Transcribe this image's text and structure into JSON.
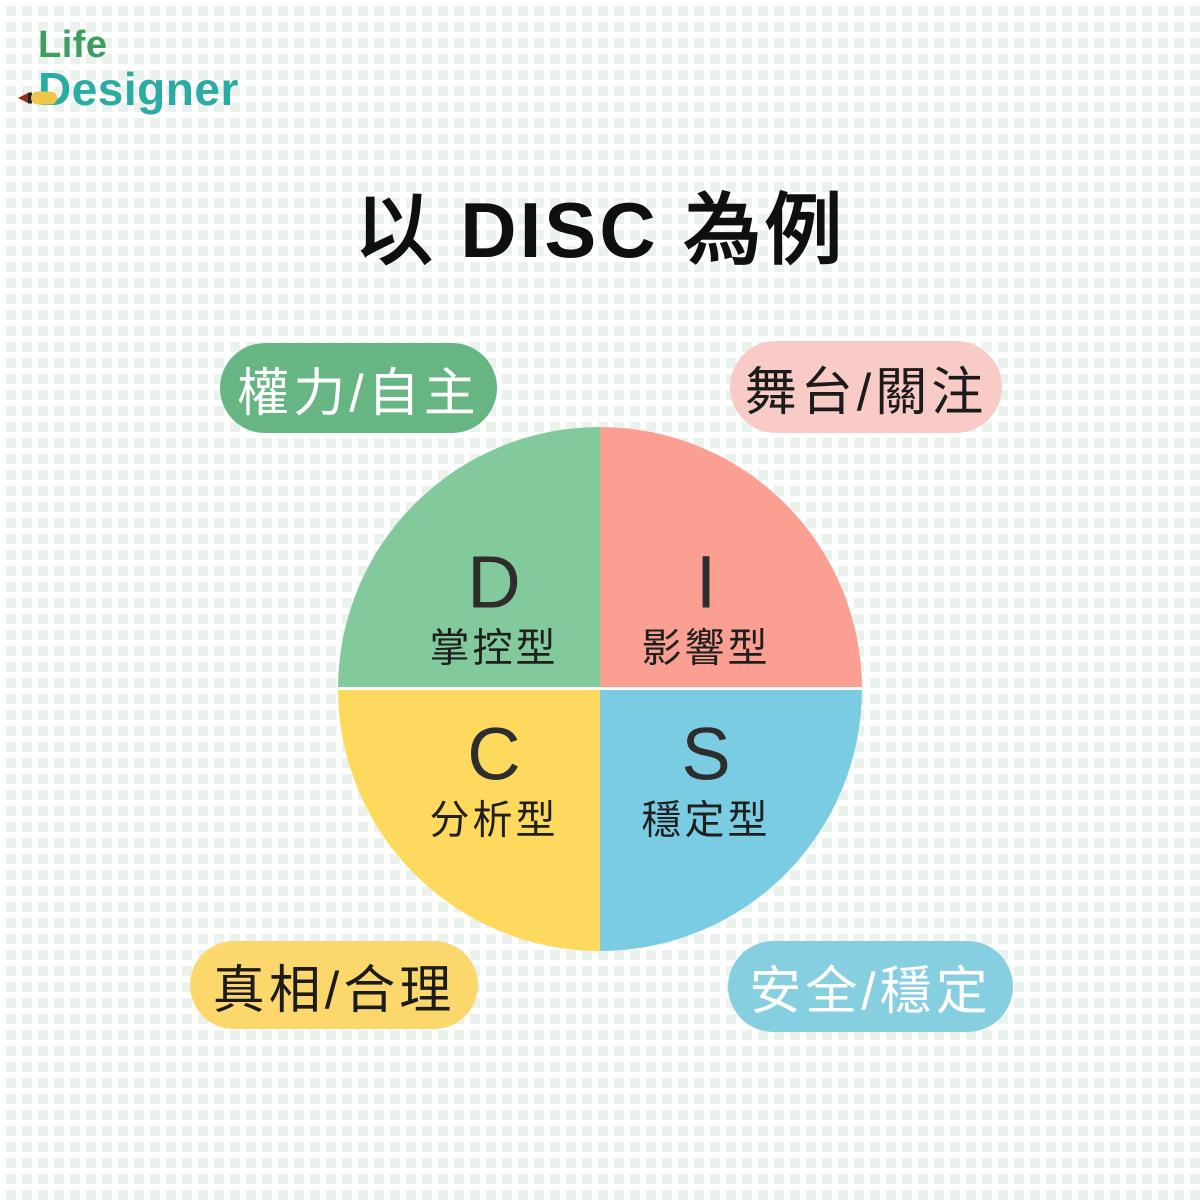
{
  "brand": {
    "name_line1": "Life",
    "name_line2": "Designer"
  },
  "title": "以 DISC 為例",
  "quadrant_tags": {
    "top_left": "權力/自主",
    "top_right": "舞台/關注",
    "bottom_left": "真相/合理",
    "bottom_right": "安全/穩定"
  },
  "disc": {
    "d": {
      "letter": "D",
      "name": "掌控型"
    },
    "i": {
      "letter": "I",
      "name": "影響型"
    },
    "c": {
      "letter": "C",
      "name": "分析型"
    },
    "s": {
      "letter": "S",
      "name": "穩定型"
    }
  },
  "colors": {
    "quadrant_d": "#82c99b",
    "quadrant_i": "#fb9f93",
    "quadrant_c": "#fdd95d",
    "quadrant_s": "#79cce2",
    "tag_power": "#68b584",
    "tag_stage": "#f8cbc6",
    "tag_truth": "#fcd76c",
    "tag_safety": "#86cfe0",
    "logo_life": "#3e9e5f",
    "logo_designer": "#2baca3",
    "title_text": "#0f0f0f",
    "background_square": "#ebf1ec"
  }
}
